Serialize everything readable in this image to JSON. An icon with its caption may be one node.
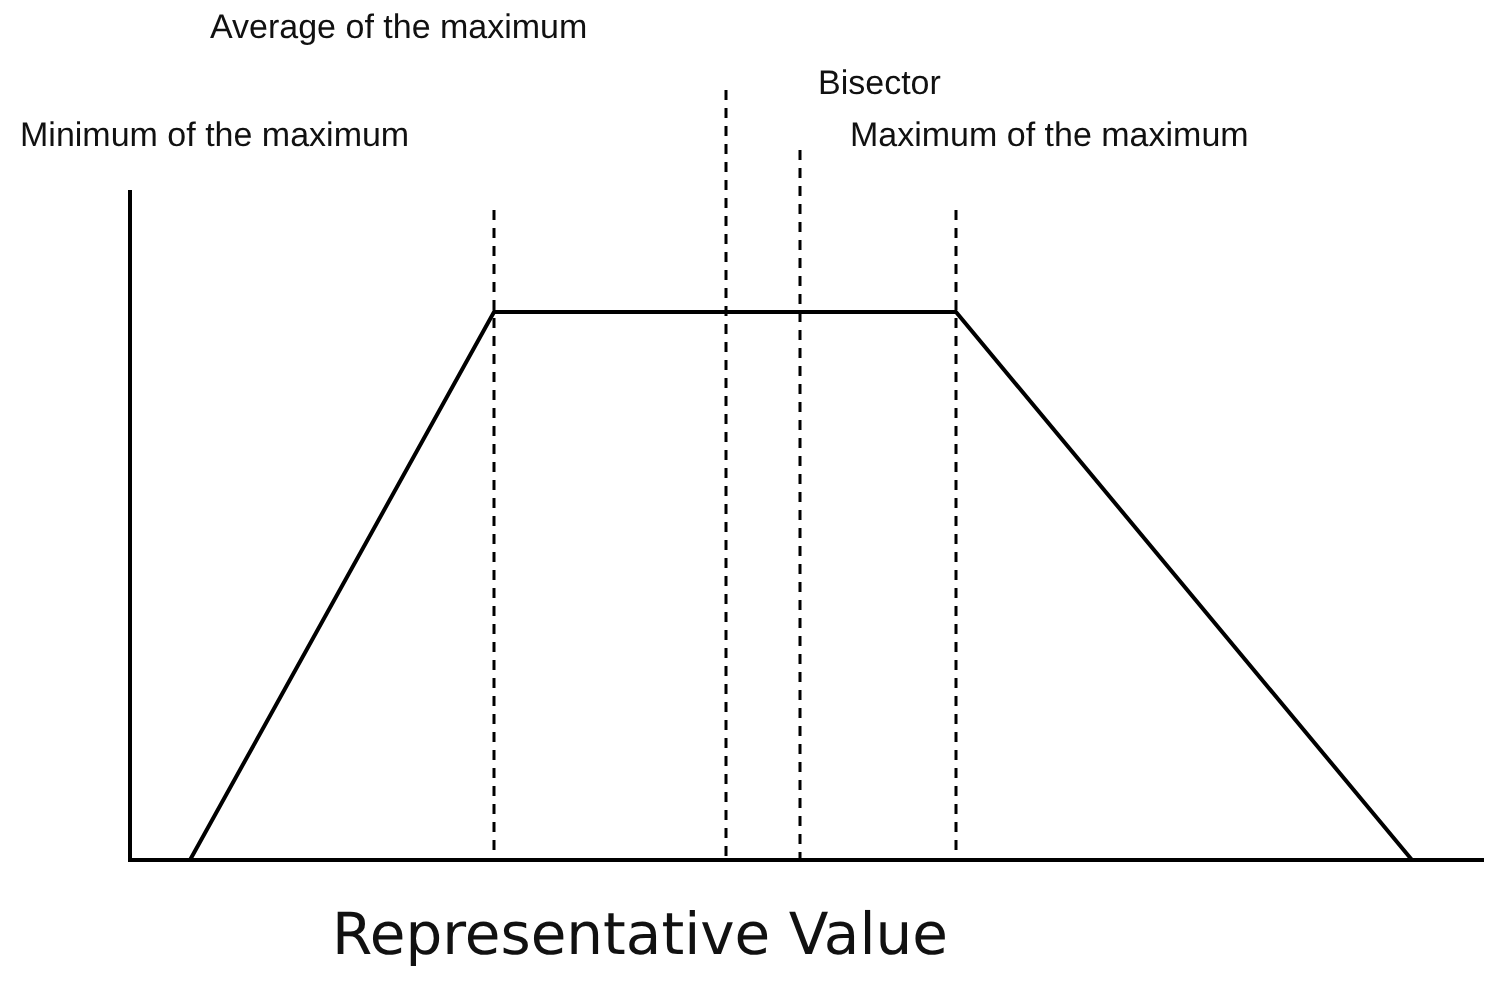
{
  "diagram": {
    "caption": "Representative Value",
    "labels": [
      "Average of the maximum",
      "Bisector",
      "Minimum of the maximum",
      "Maximum of the maximum"
    ]
  }
}
